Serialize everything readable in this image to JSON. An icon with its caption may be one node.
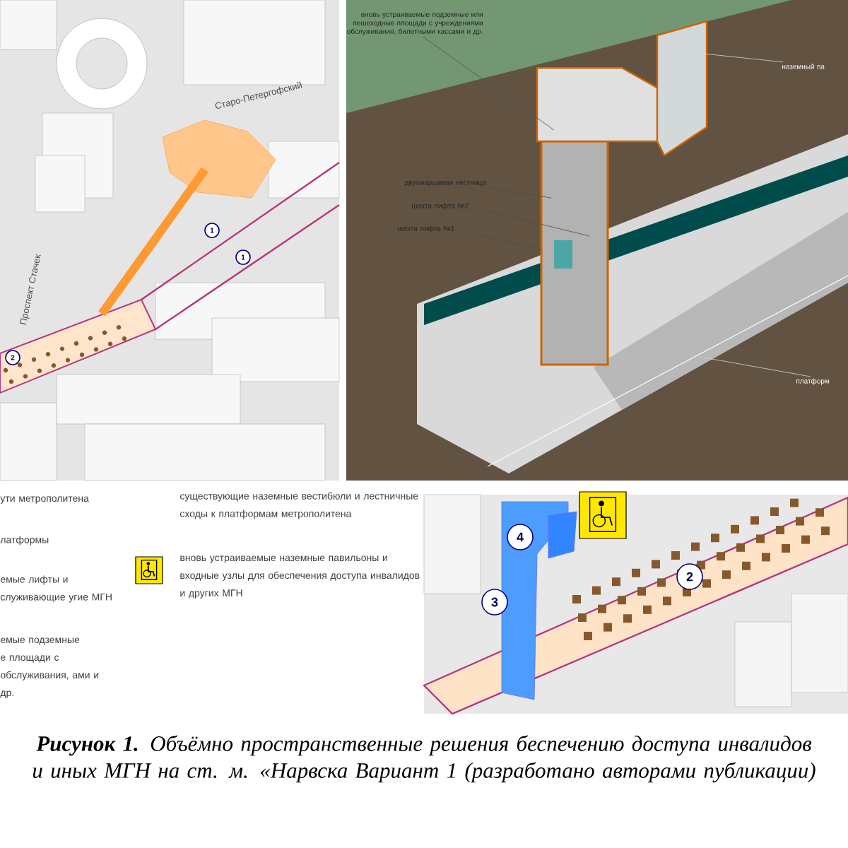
{
  "diagram": {
    "caption": "**Рисунок 1.** Объёмно пространственные решения беспечению доступа инвалидов и иных МГН на ст. м. «Нарвска Вариант 1 (разработано авторами публикации)",
    "nodes": [
      {
        "text": [
          "вновь устраиваемые подземные или пешеходные площади с учреждениями обслуживания, билетными кассами и др."
        ]
      },
      {
        "text": [
          "наземный па"
        ]
      },
      {
        "text": [
          "двухмаршевая лестница"
        ]
      },
      {
        "text": [
          "шахта лифта №2"
        ]
      },
      {
        "text": [
          "шахта лифта №1"
        ]
      },
      {
        "text": [
          "платформ"
        ]
      }
    ],
    "edges": [
      {
        "from": 0,
        "to": null,
        "arrow": "none"
      },
      {
        "from": 1,
        "to": null,
        "arrow": "none",
        "color": "#d9d9d9"
      },
      {
        "from": 2,
        "to": null,
        "arrow": "none"
      },
      {
        "from": 3,
        "to": null,
        "arrow": "none"
      },
      {
        "from": 4,
        "to": null,
        "arrow": "none"
      },
      {
        "from": 5,
        "to": null,
        "arrow": "none",
        "color": "#d9d9d9"
      }
    ],
    "labels": [
      "Старо-Петергофский",
      "Проспект Стачек",
      "1",
      "1",
      "2",
      "ути метрополитена",
      "латформы",
      "емые лифты и служивающие угие МГН",
      "емые подземные е площади с обслуживания, ами и др.",
      "4",
      "3",
      "2"
    ],
    "legend": [
      {
        "text": "существующие наземные вестибюли и лестничные сходы к платформам метрополитена"
      },
      {
        "text": "вновь устраиваемые наземные павильоны и входные узлы для обеспечения доступа инвалидов и других МГН"
      }
    ]
  }
}
